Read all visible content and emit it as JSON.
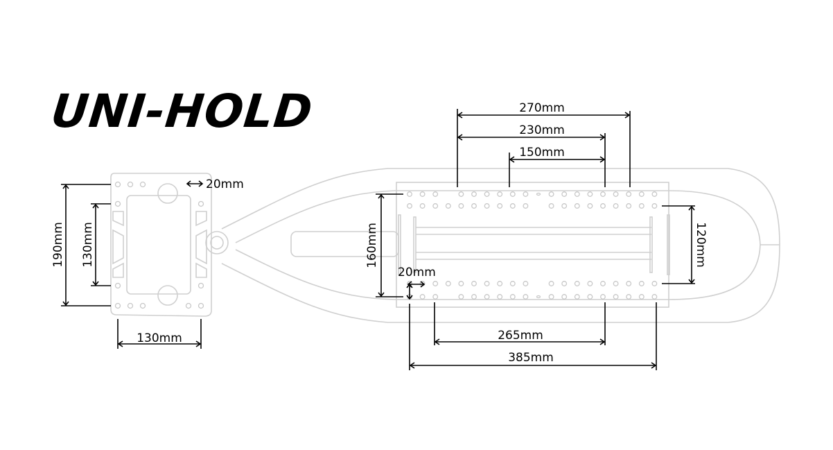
{
  "title": "UNI-HOLD",
  "colors": {
    "outline": "#cfcfcf",
    "dimension": "#000000",
    "background": "#ffffff"
  },
  "left_plate": {
    "dimensions": {
      "hole_pitch": "20mm",
      "height_outer": "190mm",
      "height_inner": "130mm",
      "width": "130mm"
    }
  },
  "right_rail": {
    "dimensions": {
      "top_span_270": "270mm",
      "top_span_230": "230mm",
      "top_span_150": "150mm",
      "height_left": "160mm",
      "height_right": "120mm",
      "hole_pitch": "20mm",
      "bottom_span_265": "265mm",
      "bottom_span_385": "385mm"
    }
  }
}
